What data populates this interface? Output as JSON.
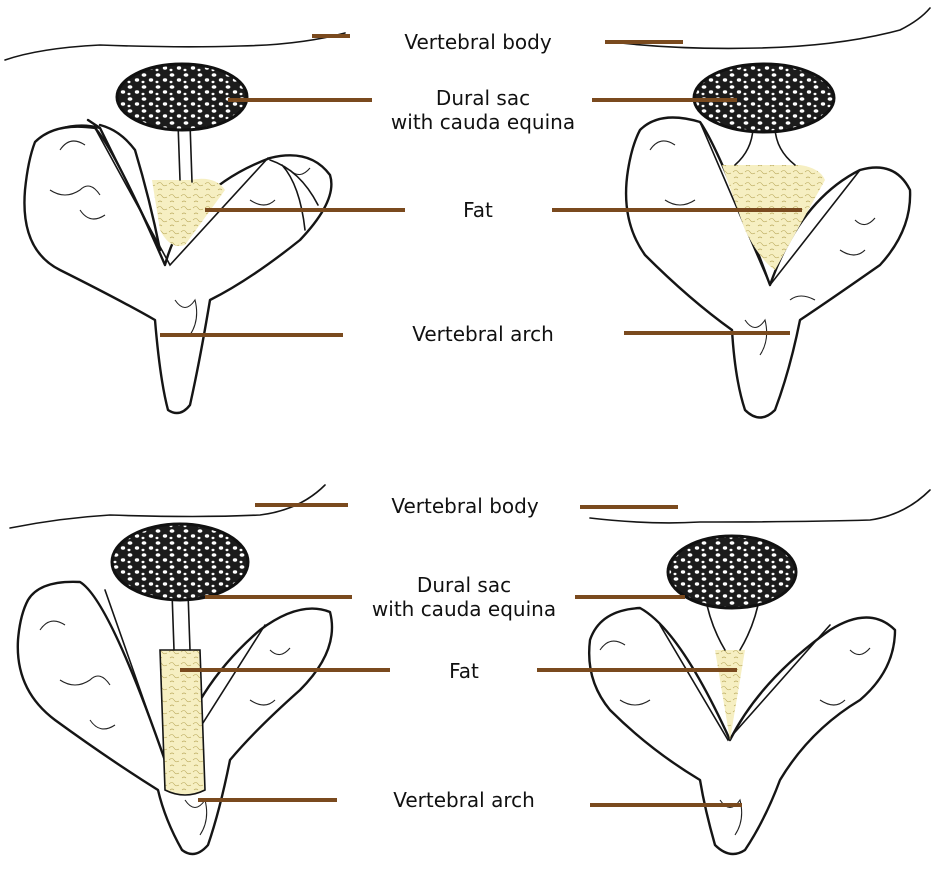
{
  "colors": {
    "leader": "#7a4a1e",
    "fat": "#f6efc2",
    "dural_sac": "#1c1c1c",
    "ink": "#151515"
  },
  "labels": {
    "top": {
      "vertebral_body": "Vertebral body",
      "dural_sac_line1": "Dural sac",
      "dural_sac_line2": "with cauda equina",
      "fat": "Fat",
      "vertebral_arch": "Vertebral arch"
    },
    "bottom": {
      "vertebral_body": "Vertebral body",
      "dural_sac_line1": "Dural sac",
      "dural_sac_line2": "with cauda equina",
      "fat": "Fat",
      "vertebral_arch": "Vertebral arch"
    }
  }
}
